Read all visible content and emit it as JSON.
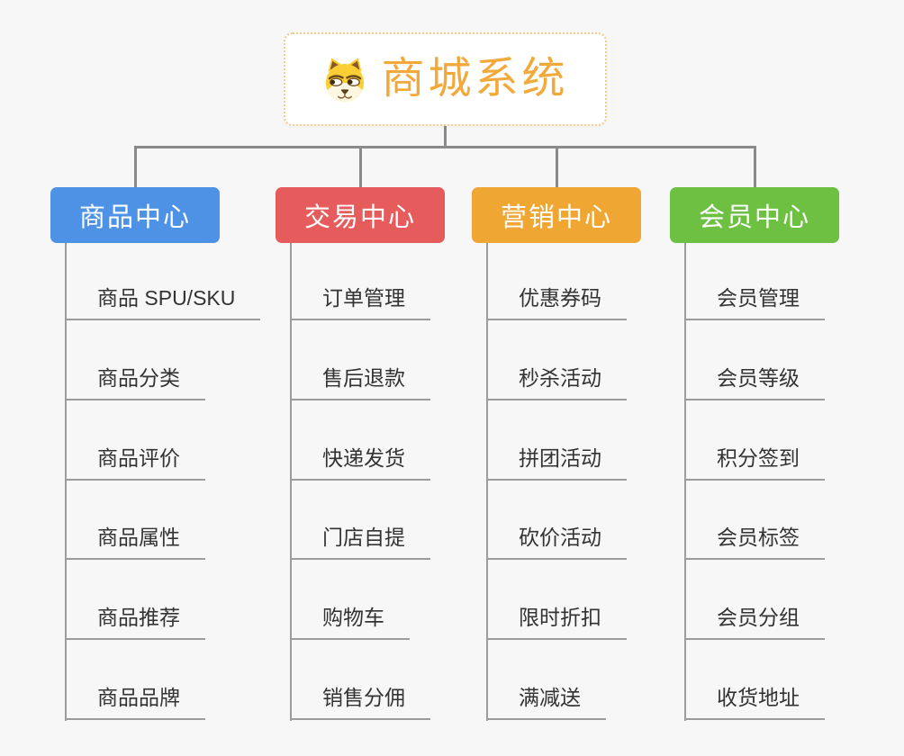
{
  "root": {
    "title": "商城系统",
    "icon": "dog-face",
    "title_color": "#f2a93c",
    "border_color": "#f5c988"
  },
  "line_color": "#8a8a8a",
  "leaf_line_color": "#9c9c9c",
  "branches": [
    {
      "label": "商品中心",
      "color": "#4d92e5",
      "children": [
        "商品 SPU/SKU",
        "商品分类",
        "商品评价",
        "商品属性",
        "商品推荐",
        "商品品牌"
      ]
    },
    {
      "label": "交易中心",
      "color": "#e65c5c",
      "children": [
        "订单管理",
        "售后退款",
        "快递发货",
        "门店自提",
        "购物车",
        "销售分佣"
      ]
    },
    {
      "label": "营销中心",
      "color": "#f0a632",
      "children": [
        "优惠券码",
        "秒杀活动",
        "拼团活动",
        "砍价活动",
        "限时折扣",
        "满减送"
      ]
    },
    {
      "label": "会员中心",
      "color": "#6ec043",
      "children": [
        "会员管理",
        "会员等级",
        "积分签到",
        "会员标签",
        "会员分组",
        "收货地址"
      ]
    }
  ]
}
